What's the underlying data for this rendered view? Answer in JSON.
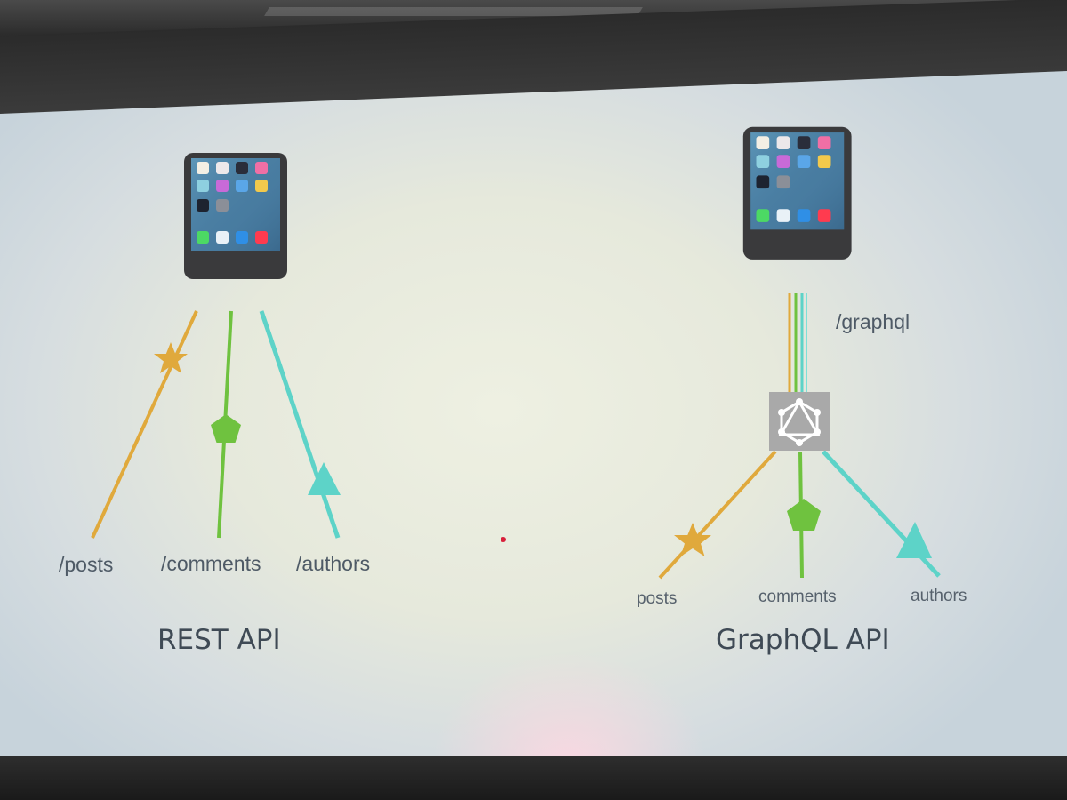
{
  "rest": {
    "endpoints": [
      "/posts",
      "/comments",
      "/authors"
    ],
    "title": "REST API"
  },
  "graphql": {
    "endpoint": "/graphql",
    "fields": [
      "posts",
      "comments",
      "authors"
    ],
    "title": "GraphQL API"
  },
  "colors": {
    "posts": "#e0a93c",
    "comments": "#6fc23f",
    "authors": "#5dd3c8",
    "hub": "#a9a9a9"
  },
  "icons": {
    "posts": "star-icon",
    "comments": "pentagon-icon",
    "authors": "triangle-icon",
    "hub": "graphql-logo-icon",
    "client": "smartphone-icon"
  }
}
